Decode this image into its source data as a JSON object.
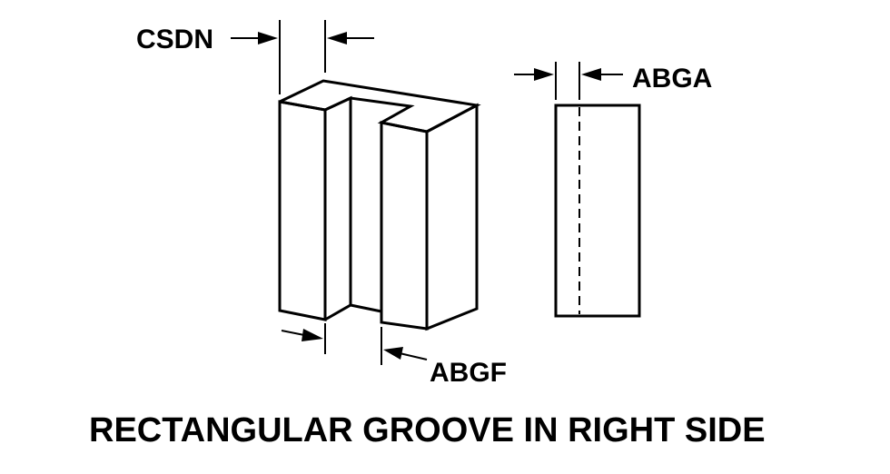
{
  "labels": {
    "csdn": "CSDN",
    "abga": "ABGA",
    "abgf": "ABGF"
  },
  "caption": "RECTANGULAR GROOVE IN RIGHT SIDE",
  "colors": {
    "stroke": "#000000",
    "background": "#ffffff"
  }
}
